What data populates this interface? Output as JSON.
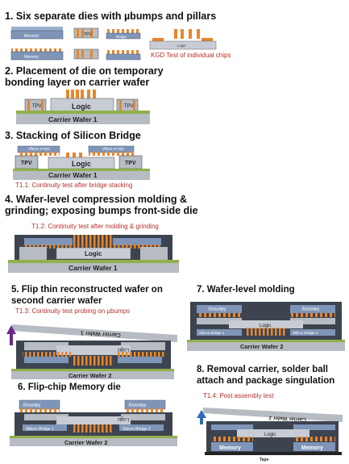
{
  "steps": {
    "s1": "1. Six separate dies with µbumps and pillars",
    "s2": "2. Placement of die on temporary bonding layer on carrier wafer",
    "s3": "3. Stacking of Silicon Bridge",
    "s4": "4. Wafer-level compression molding & grinding; exposing bumps front-side die",
    "s5": "5. Flip thin reconstructed wafer on second carrier wafer",
    "s6": "6. Flip-chip Memory die",
    "s7": "7. Wafer-level molding",
    "s8": "8. Removal carrier, solder ball attach and package singulation"
  },
  "notes": {
    "kgd": "KGD Test of individual chips",
    "t11": "T1.1: Continuity test after bridge stacking",
    "t12": "T1.2: Continuity test after molding & grinding",
    "t13": "T1.3: Continuity test probing on µbumps",
    "t14": "T1.4: Post assembly test"
  },
  "labels": {
    "memory": "Memory",
    "tpv": "TPV",
    "bridge": "Bridge",
    "logic": "Logic",
    "silicon_bridge": "Silicon bridge",
    "silicon_bridge_1": "Silicon Bridge 1",
    "silicon_bridge_2": "Silicon Bridge 2",
    "carrier_wafer_1": "Carrier Wafer 1",
    "carrier_wafer_2": "Carrier Wafer 2",
    "tape": "Tape"
  },
  "colors": {
    "die_blue": "#7f95b8",
    "logic_grey": "#c8ccd4",
    "mold_dark": "#3d4450",
    "carrier_grey": "#b7bbc2",
    "bump_orange": "#e8862b",
    "green_layer": "#8fb04a",
    "test_red": "#b0302a",
    "arrow_blue": "#2f6db5",
    "arrow_purple": "#6a2a8a"
  }
}
